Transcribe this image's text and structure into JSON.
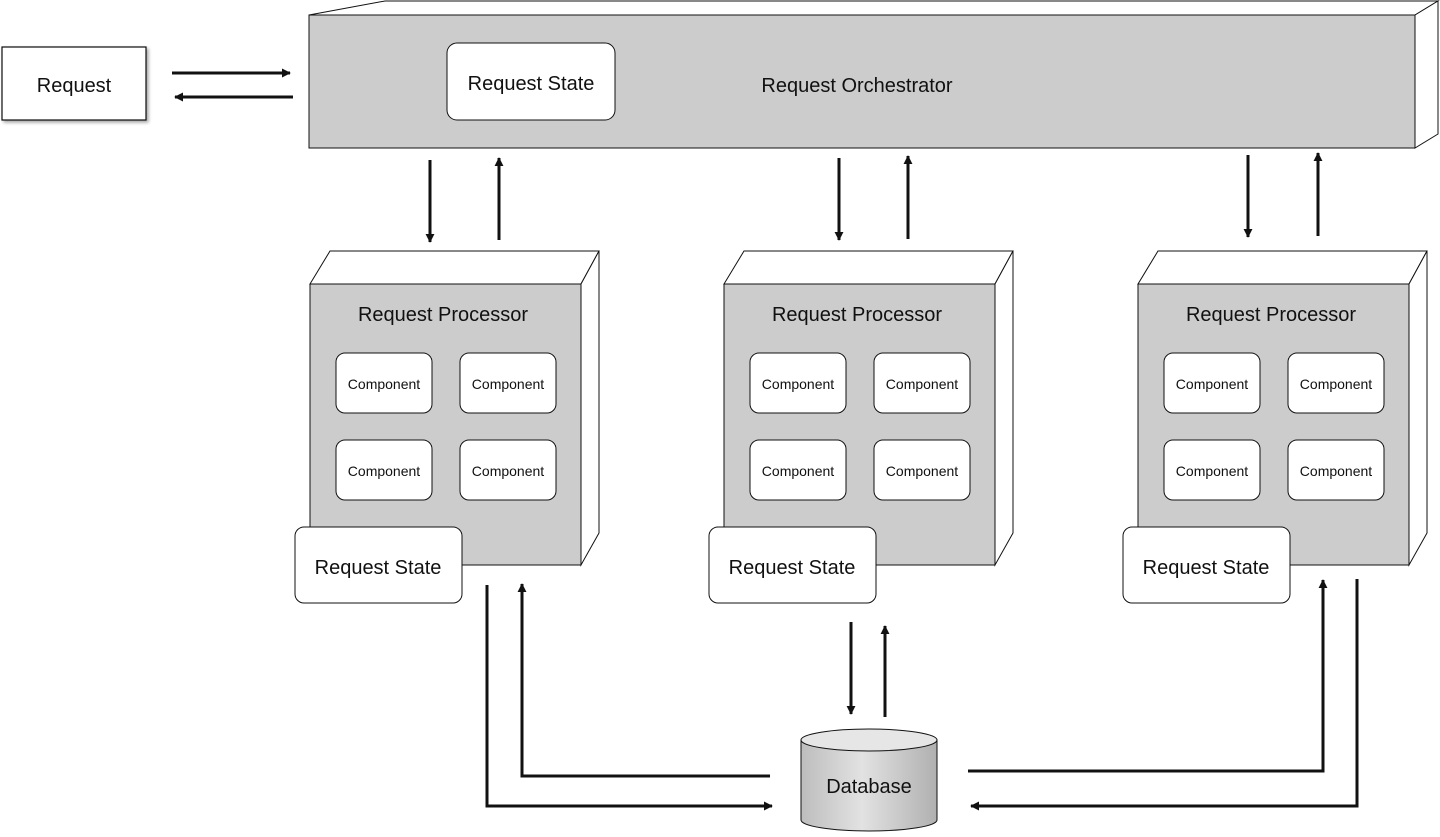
{
  "request_box": {
    "label": "Request"
  },
  "orchestrator": {
    "title": "Request Orchestrator",
    "state_label": "Request State"
  },
  "processors": [
    {
      "title": "Request Processor",
      "components": [
        "Component",
        "Component",
        "Component",
        "Component"
      ],
      "state_label": "Request State"
    },
    {
      "title": "Request Processor",
      "components": [
        "Component",
        "Component",
        "Component",
        "Component"
      ],
      "state_label": "Request State"
    },
    {
      "title": "Request Processor",
      "components": [
        "Component",
        "Component",
        "Component",
        "Component"
      ],
      "state_label": "Request State"
    }
  ],
  "database": {
    "label": "Database"
  },
  "colors": {
    "panel_fill": "#cccccc",
    "box_fill": "#ffffff",
    "stroke": "#111111",
    "db_fill": "#d6d6d6"
  }
}
